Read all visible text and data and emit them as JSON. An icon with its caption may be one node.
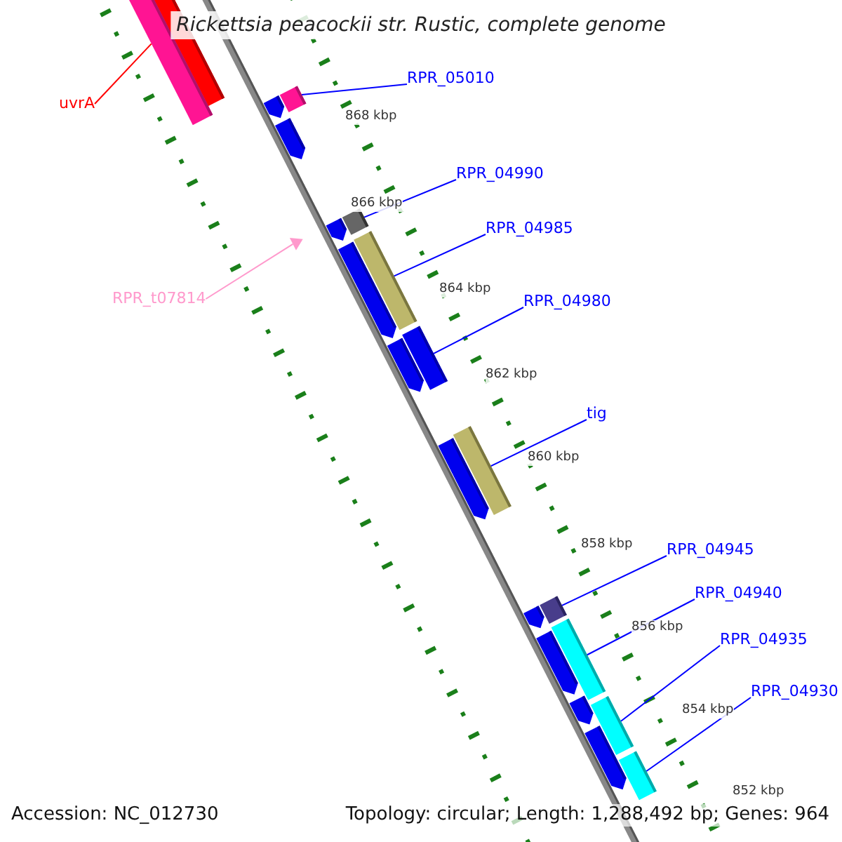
{
  "diagram": {
    "title": "Rickettsia peacockii str. Rustic, complete genome",
    "nodes": [
      {
        "text": [
          "RPR_05010"
        ]
      },
      {
        "text": [
          "uvrA"
        ]
      },
      {
        "text": [
          "RPR_04990"
        ]
      },
      {
        "text": [
          "RPR_04985"
        ]
      },
      {
        "text": [
          "RPR_t07814"
        ]
      },
      {
        "text": [
          "RPR_04980"
        ]
      },
      {
        "text": [
          "tig"
        ]
      },
      {
        "text": [
          "RPR_04945"
        ]
      },
      {
        "text": [
          "RPR_04940"
        ]
      },
      {
        "text": [
          "RPR_04935"
        ]
      },
      {
        "text": [
          "RPR_04930"
        ]
      },
      {
        "text": [],
        "shape": "bar"
      },
      {
        "text": [],
        "shape": "bar"
      },
      {
        "text": [],
        "shape": "bar"
      },
      {
        "text": [],
        "shape": "triangle"
      },
      {
        "text": [],
        "shape": "bar"
      },
      {
        "text": [],
        "shape": "bar"
      },
      {
        "text": [],
        "shape": "bar"
      },
      {
        "text": [],
        "shape": "bar"
      },
      {
        "text": [],
        "shape": "bar"
      },
      {
        "text": [],
        "shape": "bar"
      },
      {
        "text": [],
        "shape": "bar"
      }
    ],
    "edges": [
      {
        "from": 0,
        "to": 12,
        "arrow": "none"
      },
      {
        "from": 1,
        "to": 11,
        "arrow": "none",
        "color": "#ff0000"
      },
      {
        "from": 2,
        "to": 13,
        "arrow": "none"
      },
      {
        "from": 3,
        "to": 15,
        "arrow": "none"
      },
      {
        "from": 4,
        "to": 14,
        "arrow": "none",
        "color": "#ff99cc"
      },
      {
        "from": 5,
        "to": 16,
        "arrow": "none"
      },
      {
        "from": 6,
        "to": 17,
        "arrow": "none"
      },
      {
        "from": 7,
        "to": 18,
        "arrow": "none"
      },
      {
        "from": 8,
        "to": 19,
        "arrow": "none"
      },
      {
        "from": 9,
        "to": 20,
        "arrow": "none"
      },
      {
        "from": 10,
        "to": 21,
        "arrow": "none"
      }
    ],
    "labels": [
      "868 kbp",
      "866 kbp",
      "864 kbp",
      "862 kbp",
      "860 kbp",
      "858 kbp",
      "856 kbp",
      "854 kbp",
      "852 kbp",
      "Accession: NC_012730",
      "Topology: circular; Length: 1,288,492 bp; Genes: 964"
    ]
  }
}
